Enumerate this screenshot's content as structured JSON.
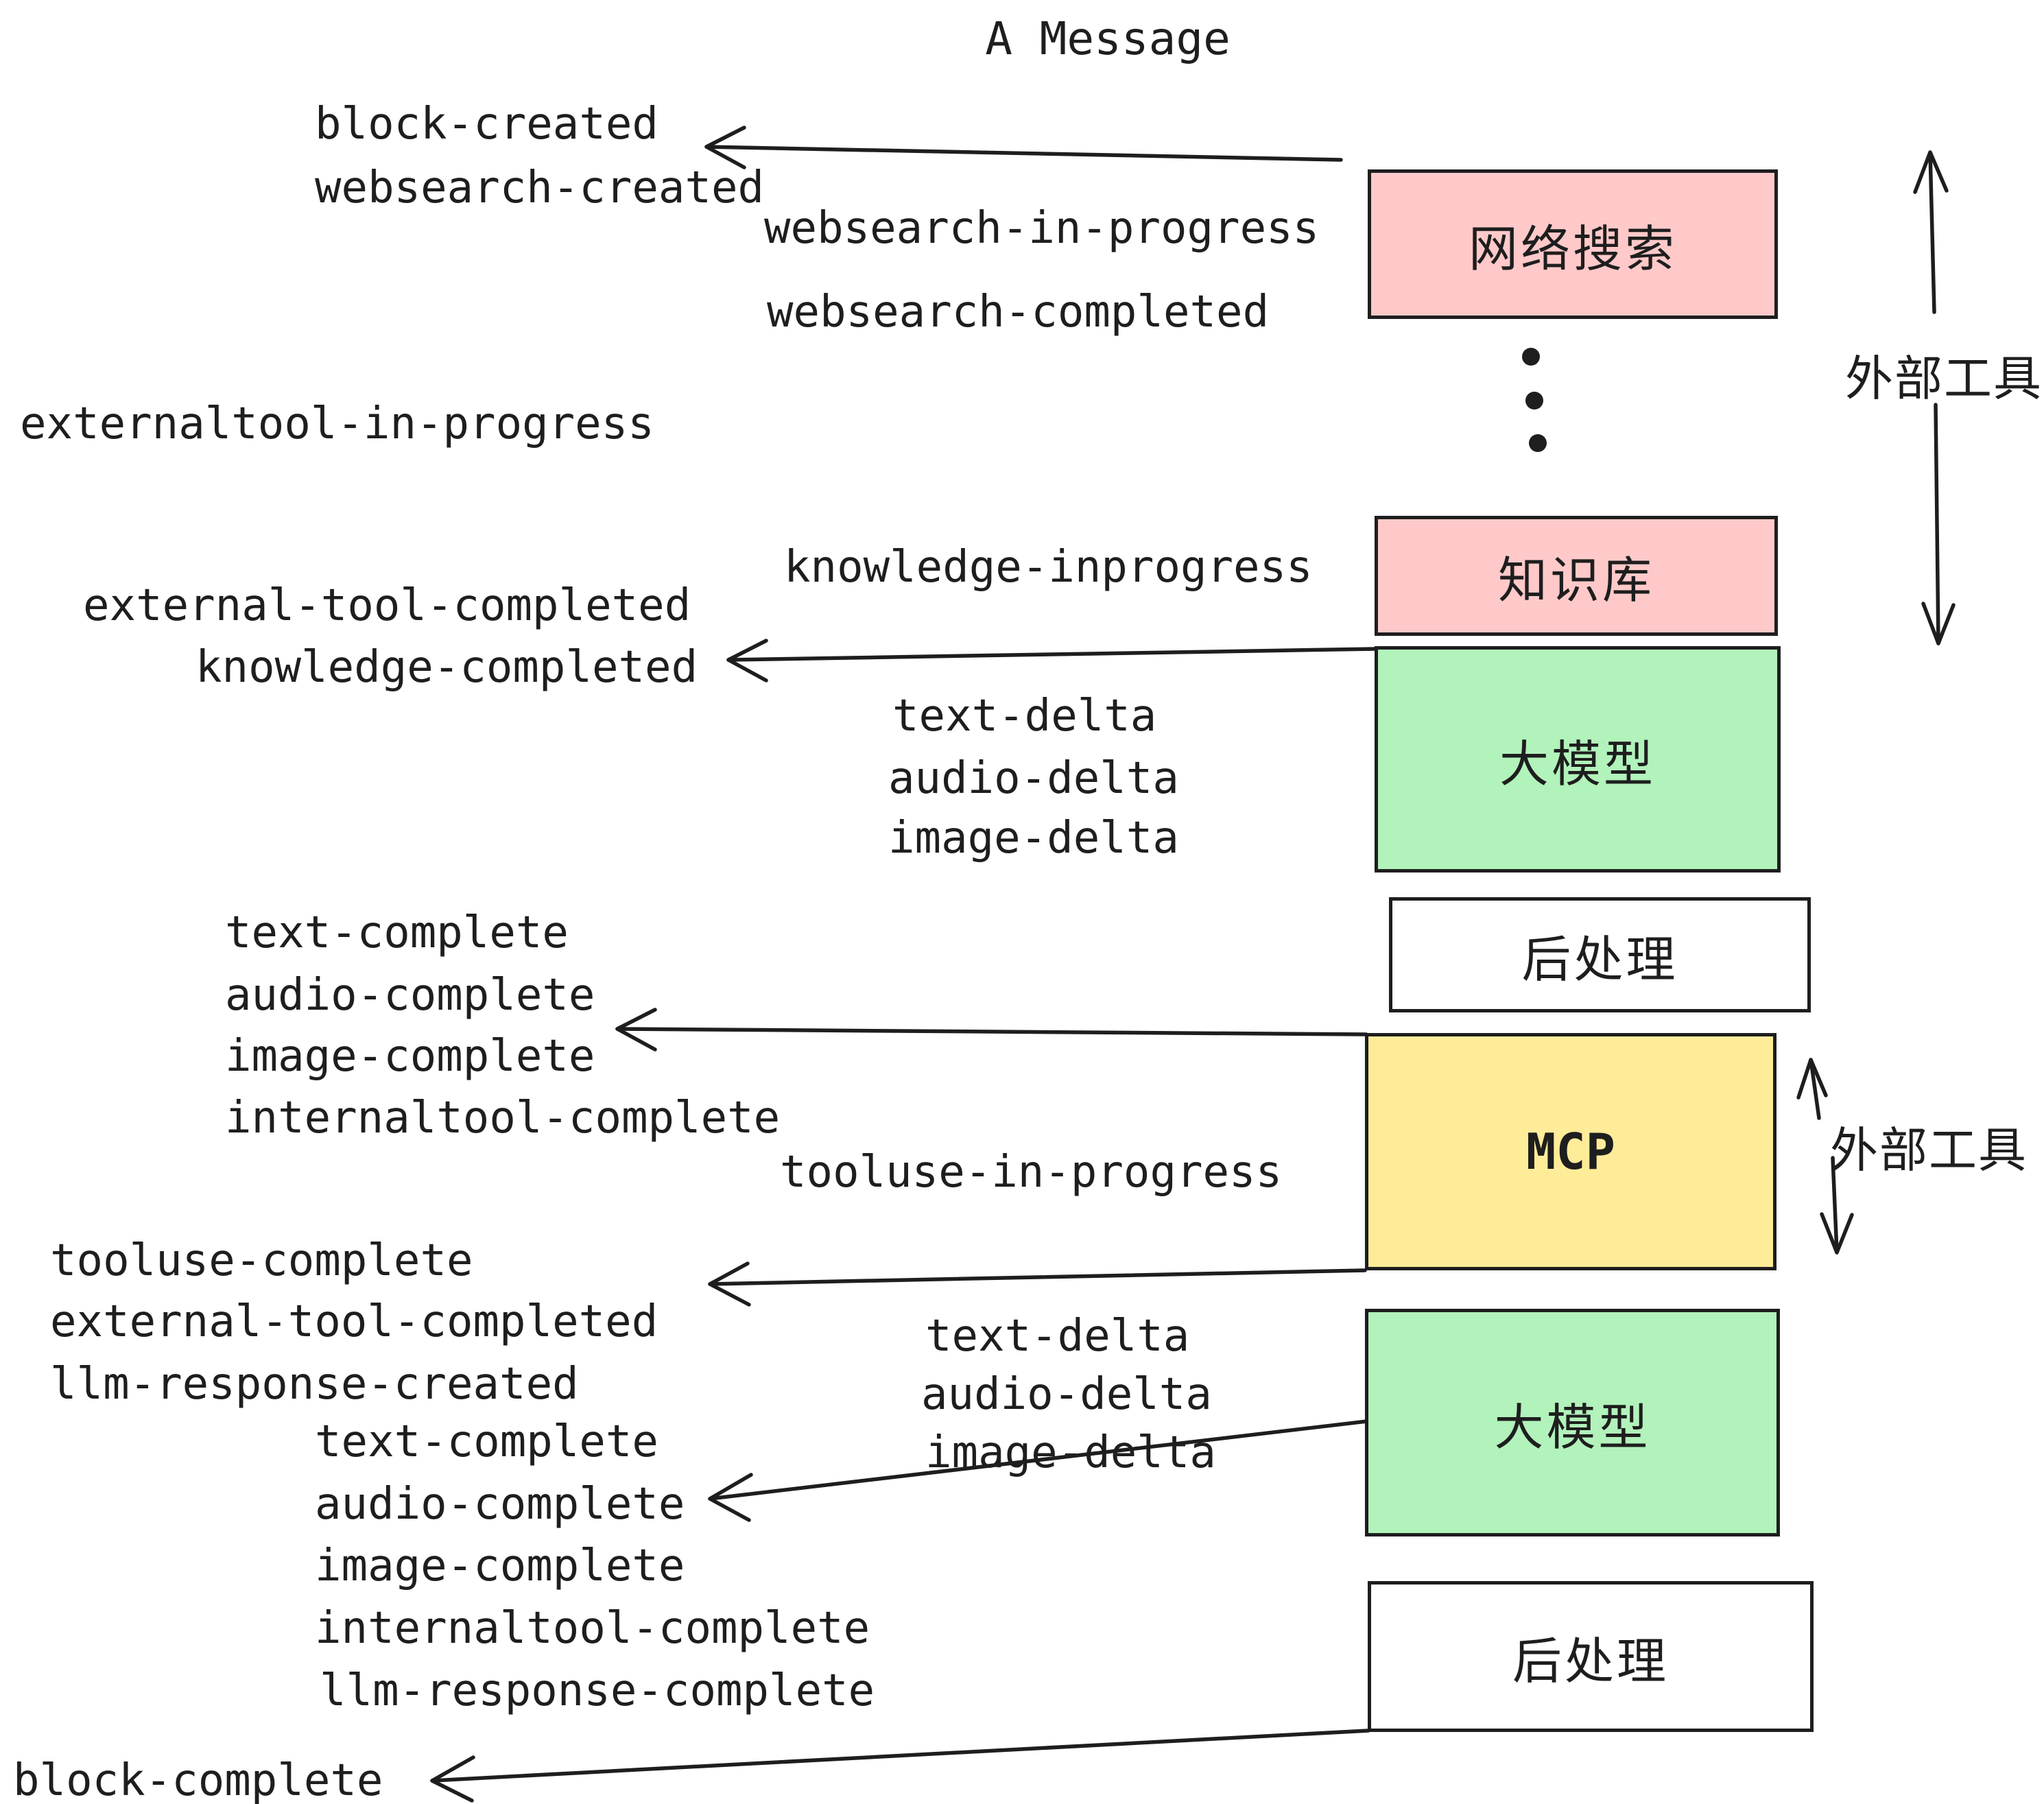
{
  "title": "A Message",
  "colors": {
    "ink": "#1e1e1e",
    "pink": "#ffc9c9",
    "green": "#b2f2bb",
    "yellow": "#ffec99",
    "white": "#ffffff"
  },
  "boxes": [
    {
      "id": "websearch",
      "label": "网络搜索",
      "color": "#ffc9c9"
    },
    {
      "id": "knowledge",
      "label": "知识库",
      "color": "#ffc9c9"
    },
    {
      "id": "llm-1",
      "label": "大模型",
      "color": "#b2f2bb"
    },
    {
      "id": "postprocess-1",
      "label": "后处理",
      "color": "#ffffff"
    },
    {
      "id": "mcp",
      "label": "MCP",
      "color": "#ffec99"
    },
    {
      "id": "llm-2",
      "label": "大模型",
      "color": "#b2f2bb"
    },
    {
      "id": "postprocess-2",
      "label": "后处理",
      "color": "#ffffff"
    }
  ],
  "side_labels": [
    {
      "text": "外部工具"
    },
    {
      "text": "外部工具"
    }
  ],
  "events": [
    {
      "text": "block-created"
    },
    {
      "text": "websearch-created"
    },
    {
      "text": "websearch-in-progress"
    },
    {
      "text": "websearch-completed"
    },
    {
      "text": "externaltool-in-progress"
    },
    {
      "text": "knowledge-inprogress"
    },
    {
      "text": "external-tool-completed"
    },
    {
      "text": "knowledge-completed"
    },
    {
      "text": "text-delta"
    },
    {
      "text": "audio-delta"
    },
    {
      "text": "image-delta"
    },
    {
      "text": "text-complete"
    },
    {
      "text": "audio-complete"
    },
    {
      "text": "image-complete"
    },
    {
      "text": "internaltool-complete"
    },
    {
      "text": "tooluse-in-progress"
    },
    {
      "text": "tooluse-complete"
    },
    {
      "text": "external-tool-completed"
    },
    {
      "text": "llm-response-created"
    },
    {
      "text": "text-complete"
    },
    {
      "text": "audio-complete"
    },
    {
      "text": "image-complete"
    },
    {
      "text": "internaltool-complete"
    },
    {
      "text": "llm-response-complete"
    },
    {
      "text": "block-complete"
    },
    {
      "text": "text-delta"
    },
    {
      "text": "audio-delta"
    },
    {
      "text": "image-delta"
    }
  ]
}
